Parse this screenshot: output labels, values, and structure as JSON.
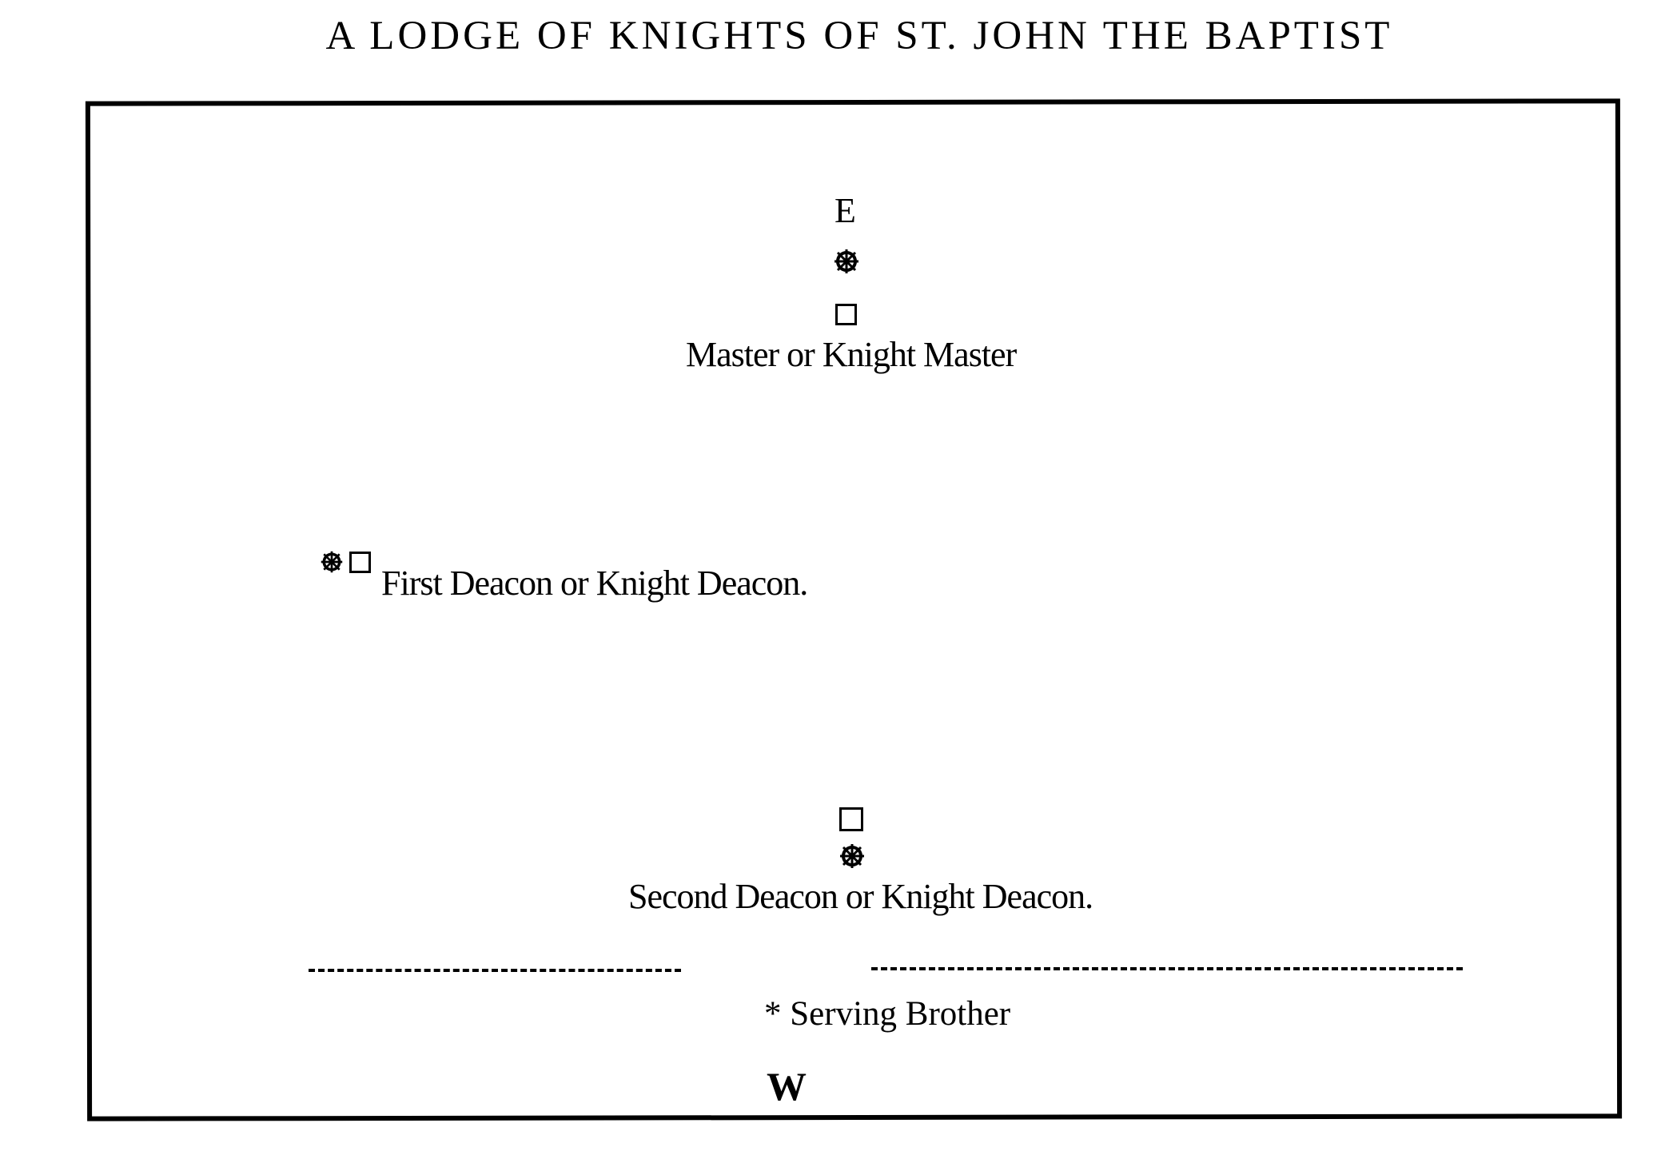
{
  "title": "A LODGE OF KNIGHTS OF ST. JOHN THE BAPTIST",
  "compass": {
    "east": "E",
    "west": "W"
  },
  "stations": {
    "master": "Master or Knight Master",
    "first_deacon": "First Deacon or Knight Deacon.",
    "second_deacon": "Second Deacon or Knight Deacon."
  },
  "serving_brother": "* Serving Brother",
  "icons": {
    "light": "wheel-light-icon",
    "seat": "square-seat-icon"
  },
  "colors": {
    "ink": "#000000",
    "paper": "#ffffff"
  }
}
